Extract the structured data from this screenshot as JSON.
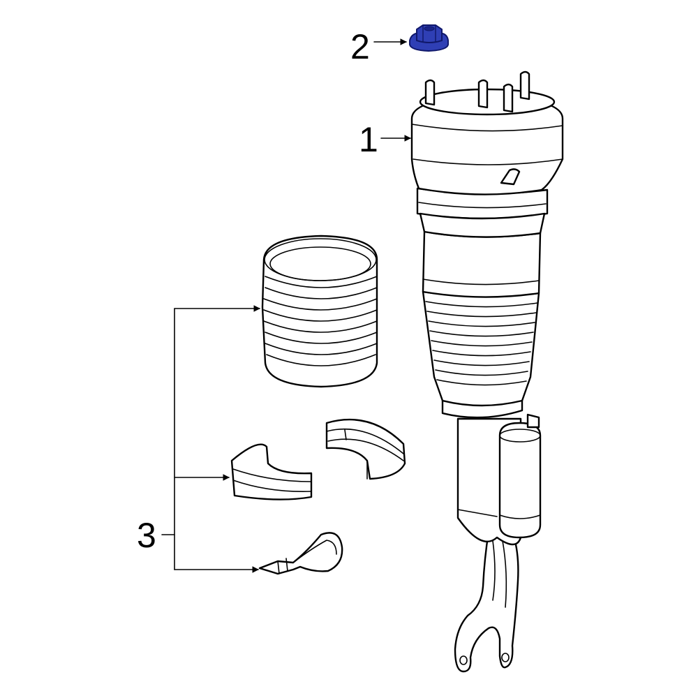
{
  "callouts": [
    {
      "id": "1",
      "label": "1"
    },
    {
      "id": "2",
      "label": "2"
    },
    {
      "id": "3",
      "label": "3"
    }
  ],
  "colors": {
    "line": "#000000",
    "background": "#ffffff",
    "highlight_fill": "#2f3fb5",
    "highlight_stroke": "#10186a"
  },
  "highlighted_part": "2"
}
